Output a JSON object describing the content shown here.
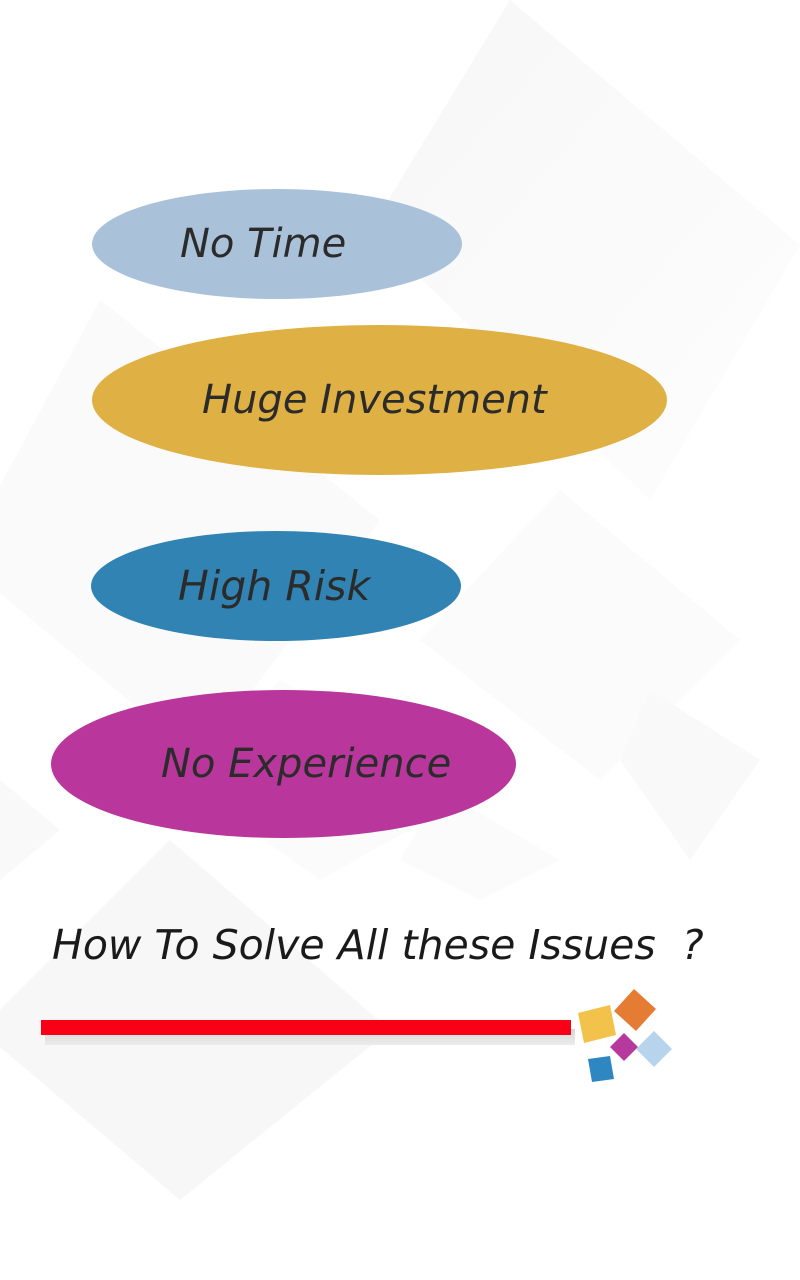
{
  "colors": {
    "no_time": "#a9c2d9",
    "huge_investment": "#dfb044",
    "high_risk": "#3083b3",
    "no_experience": "#b9379c",
    "divider": "#f80015",
    "logo_yellow": "#f2c24a",
    "logo_orange": "#e57c33",
    "logo_magenta": "#b63a9e",
    "logo_lightblue": "#b8d3ec",
    "logo_blue": "#2e87c0"
  },
  "issues": [
    {
      "label": "No Time"
    },
    {
      "label": "Huge Investment"
    },
    {
      "label": "High Risk"
    },
    {
      "label": "No Experience"
    }
  ],
  "question": "How To Solve All these Issues  ?",
  "logo_icon": "colored-squares-logo-icon"
}
